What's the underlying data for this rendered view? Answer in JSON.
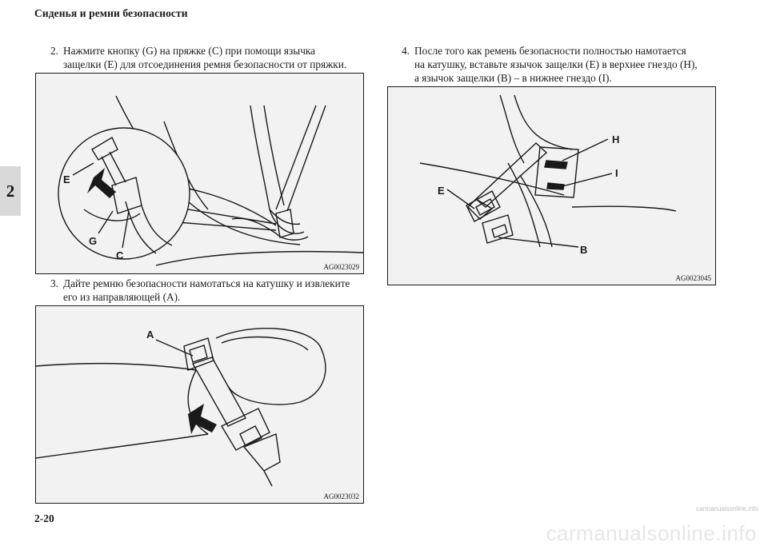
{
  "header": {
    "title": "Сиденья и ремни безопасности"
  },
  "chapter_tab": "2",
  "page_number": "2-20",
  "steps": [
    {
      "num": "2.",
      "line1": "Нажмите кнопку (G) на пряжке (C) при помощи язычка",
      "line2": "защелки (E) для отсоединения ремня безопасности от пряжки."
    },
    {
      "num": "3.",
      "line1": "Дайте ремню безопасности намотаться на катушку и извлеките",
      "line2": "его из направляющей (A)."
    },
    {
      "num": "4.",
      "line1": "После того как ремень безопасности полностью намотается",
      "line2": "на катушку, вставьте язычок защелки (E) в верхнее гнездо (H),",
      "line3": "а язычок защелки (B) – в нижнее гнездо (I)."
    }
  ],
  "figures": [
    {
      "code": "AG0023029",
      "callouts": [
        "E",
        "G",
        "C"
      ]
    },
    {
      "code": "AG0023032",
      "callouts": [
        "A"
      ]
    },
    {
      "code": "AG0023045",
      "callouts": [
        "H",
        "I",
        "E",
        "B"
      ]
    }
  ],
  "watermark": "carmanualsonline.info",
  "watermark_small": "carmanualsonline.info"
}
